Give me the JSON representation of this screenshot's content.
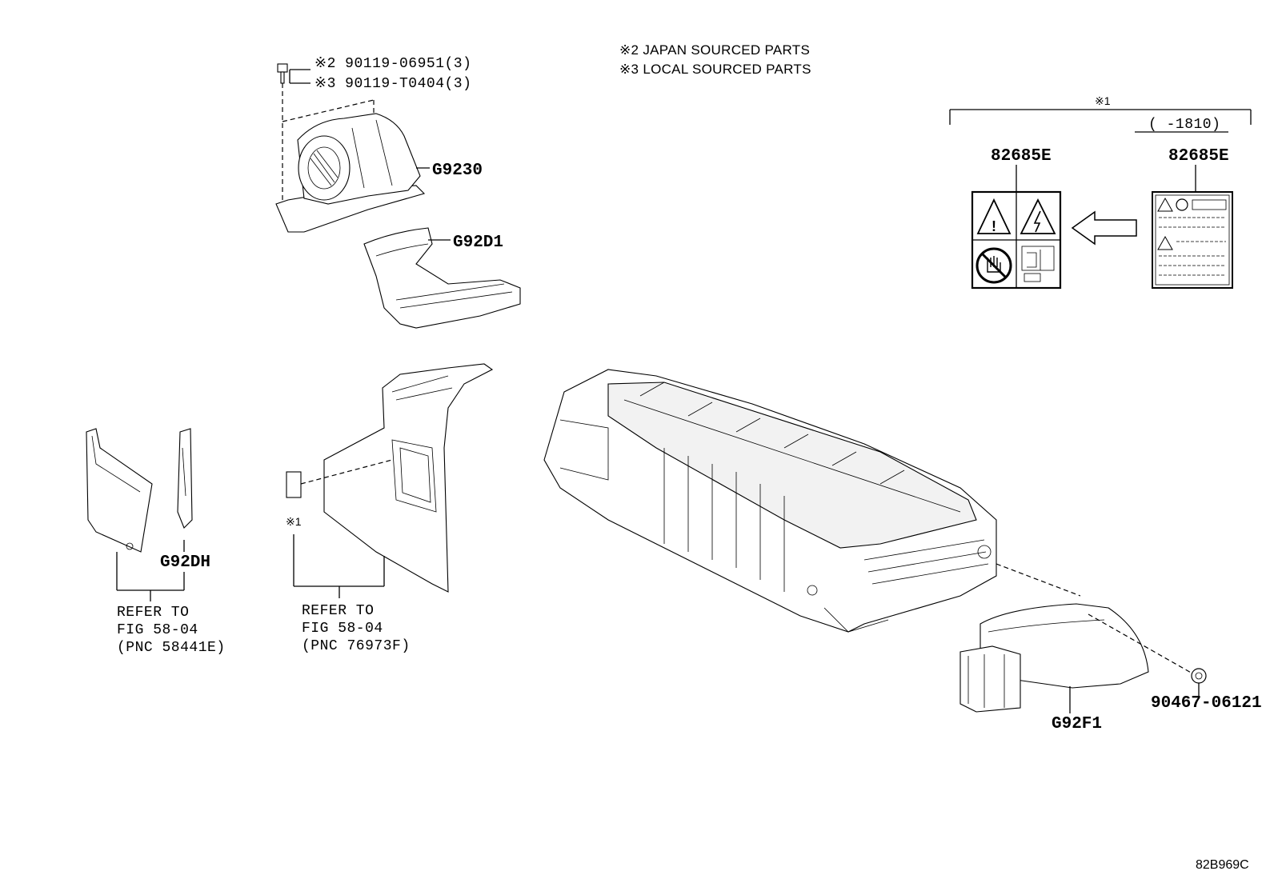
{
  "notes": {
    "japan": "※2 JAPAN SOURCED PARTS",
    "local": "※3 LOCAL SOURCED PARTS"
  },
  "bolt": {
    "line1": "※2 90119-06951(3)",
    "line2": "※3 90119-T0404(3)"
  },
  "parts": {
    "blower": "G9230",
    "duct": "G92D1",
    "cover_left": "G92DH",
    "cover_right": "G92F1",
    "clip": "90467-06121",
    "label_a": "82685E",
    "label_b": "82685E"
  },
  "label_group": {
    "marker": "※1",
    "range": "(    -1810)"
  },
  "trim_marker": "※1",
  "refer_left": {
    "line1": "REFER TO",
    "line2": "FIG 58-04",
    "line3": "(PNC 58441E)"
  },
  "refer_mid": {
    "line1": "REFER TO",
    "line2": "FIG 58-04",
    "line3": "(PNC 76973F)"
  },
  "figure_code": "82B969C"
}
